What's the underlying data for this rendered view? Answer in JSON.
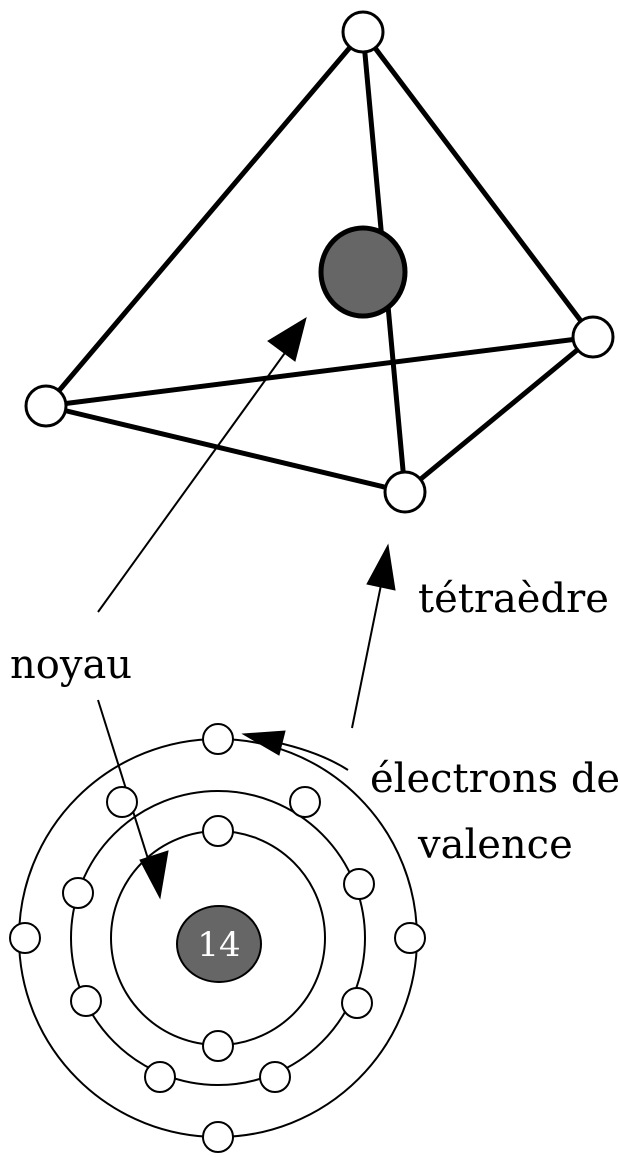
{
  "labels": {
    "noyau": "noyau",
    "tetraedre": "tétraèdre",
    "electrons_line1": "électrons de",
    "electrons_line2": "valence",
    "atomic_number": "14"
  },
  "colors": {
    "nucleus_fill": "#666666",
    "stroke": "#000000",
    "electron_fill": "#ffffff",
    "background": "#ffffff"
  },
  "atom": {
    "shells": [
      2,
      8,
      4
    ]
  }
}
